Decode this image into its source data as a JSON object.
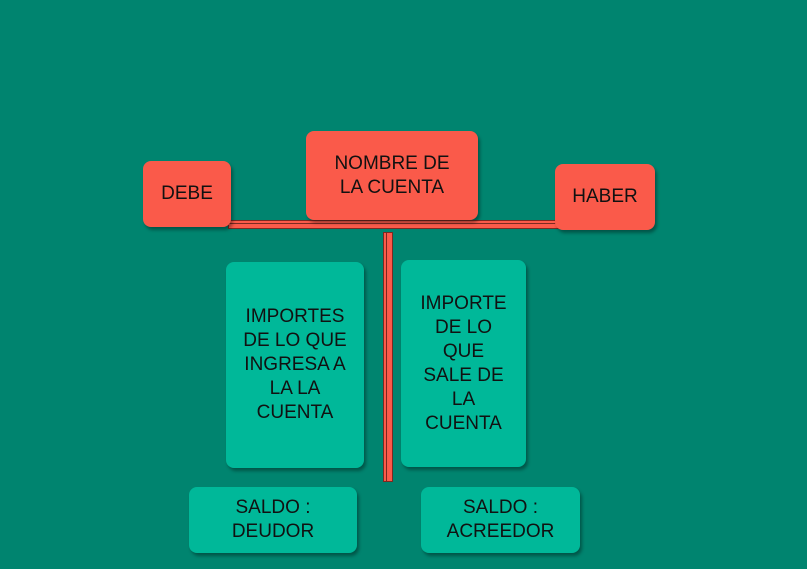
{
  "diagram": {
    "debe": "DEBE",
    "nombre": "NOMBRE DE\nLA CUENTA",
    "haber": "HABER",
    "importes_ingresa": "IMPORTES\nDE LO QUE\nINGRESA A\nLA LA\nCUENTA",
    "importe_sale": "IMPORTE\nDE LO\nQUE\nSALE DE\nLA\nCUENTA",
    "saldo_deudor": "SALDO :\nDEUDOR",
    "saldo_acreedor": "SALDO :\nACREEDOR"
  },
  "colors": {
    "background": "#00846F",
    "red_box": "#FA5A4A",
    "teal_box": "#00B899"
  }
}
